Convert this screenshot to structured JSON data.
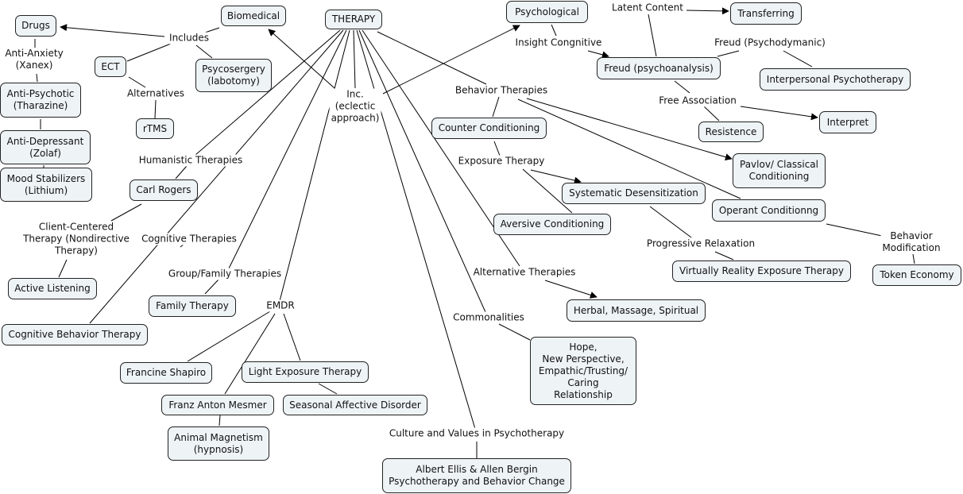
{
  "diagram": {
    "title": "THERAPY",
    "concepts": {
      "therapy": "THERAPY",
      "biomedical": "Biomedical",
      "drugs": "Drugs",
      "anti_psychotic": "Anti-Psychotic\n(Tharazine)",
      "anti_depressant": "Anti-Depressant\n(Zolaf)",
      "mood_stabilizers": "Mood Stabilizers\n(Lithium)",
      "ect": "ECT",
      "rtms": "rTMS",
      "psycosergery": "Psycosergery\n(labotomy)",
      "carl_rogers": "Carl Rogers",
      "active_listening": "Active Listening",
      "cognitive_behavior_therapy": "Cognitive Behavior Therapy",
      "family_therapy": "Family Therapy",
      "francine_shapiro": "Francine Shapiro",
      "light_exposure_therapy": "Light Exposure Therapy",
      "franz_anton_mesmer": "Franz Anton Mesmer",
      "seasonal_affective_disorder": "Seasonal Affective Disorder",
      "animal_magnetism": "Animal Magnetism\n(hypnosis)",
      "albert_ellis": "Albert Ellis & Allen Bergin\nPsychotherapy and Behavior Change",
      "psychological": "Psychological",
      "transferring": "Transferring",
      "freud_psychoanalysis": "Freud (psychoanalysis)",
      "interpersonal_psychotherapy": "Interpersonal Psychotherapy",
      "interpret": "Interpret",
      "resistence": "Resistence",
      "counter_conditioning": "Counter Conditioning",
      "pavlov": "Pavlov/ Classical\nConditioning",
      "systematic_desensitization": "Systematic Desensitization",
      "operant_conditioning": "Operant Conditionng",
      "aversive_conditioning": "Aversive Conditioning",
      "virtual_reality": "Virtually Reality Exposure Therapy",
      "token_economy": "Token Economy",
      "herbal": "Herbal, Massage, Spiritual",
      "hope": "Hope,\nNew Perspective,\nEmpathic/Trusting/\nCaring\nRelationship"
    },
    "linking_phrases": {
      "includes": "Includes",
      "anti_anxiety": "Anti-Anxiety\n(Xanex)",
      "alternatives": "Alternatives",
      "humanistic": "Humanistic Therapies",
      "client_centered": "Client-Centered\nTherapy (Nondirective\nTherapy)",
      "cognitive": "Cognitive Therapies",
      "group_family": "Group/Family Therapies",
      "emdr": "EMDR",
      "inc_eclectic": "Inc.\n(eclectic\napproach)",
      "culture_values": "Culture and Values in Psychotherapy",
      "commonalities": "Commonalities",
      "alternative_therapies": "Alternative Therapies",
      "behavior_therapies": "Behavior Therapies",
      "exposure_therapy": "Exposure Therapy",
      "progressive_relaxation": "Progressive Relaxation",
      "behavior_modification": "Behavior Modification",
      "insight_cognitive": "Insight Congnitive",
      "latent_content": "Latent Content",
      "freud_psychodynamic": "Freud (Psychodymanic)",
      "free_association": "Free Association"
    }
  }
}
